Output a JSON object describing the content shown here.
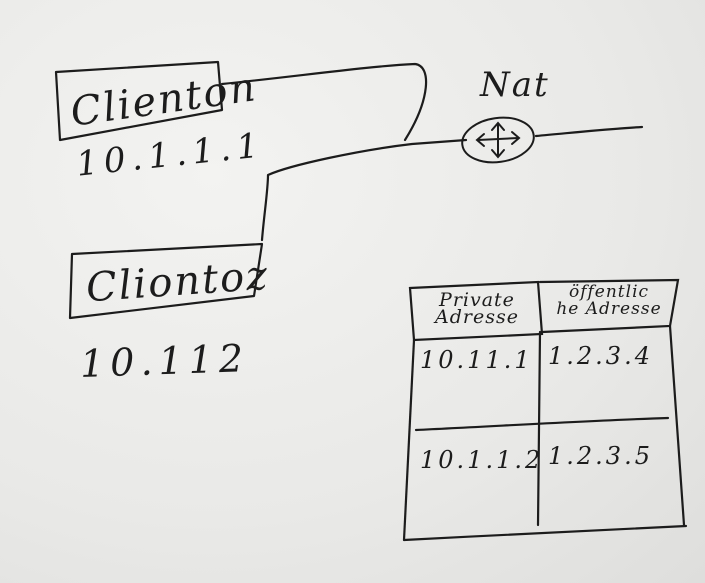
{
  "nat": {
    "label": "Nat"
  },
  "clients": [
    {
      "name": "Clienton",
      "ip": "10.1.1.1"
    },
    {
      "name": "Cliontoz",
      "ip": "10.112"
    }
  ],
  "table": {
    "headers": [
      {
        "line1": "Private",
        "line2": "Adresse"
      },
      {
        "line1": "öffentlic",
        "line2": "he Adresse"
      }
    ],
    "rows": [
      [
        "10.11.1",
        "1.2.3.4"
      ],
      [
        "10.1.1.2",
        "1.2.3.5"
      ]
    ]
  },
  "colors": {
    "ink": "#1c1c1c",
    "board": "#e9e9e7"
  },
  "icons": {
    "router": "router-arrows-icon"
  }
}
